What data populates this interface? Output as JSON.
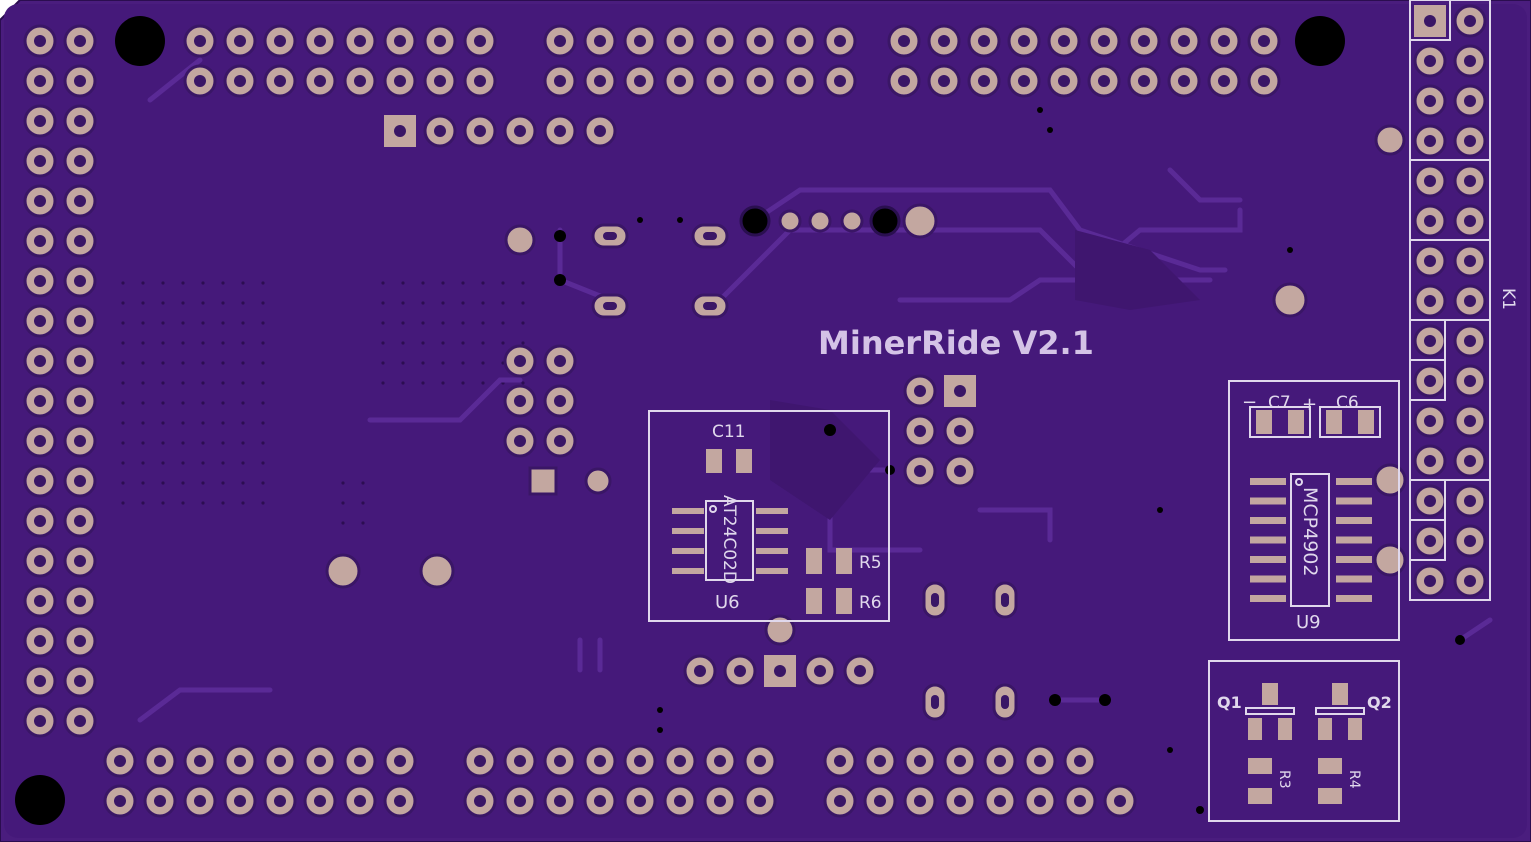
{
  "board": {
    "title": "MinerRide V2.1",
    "colors": {
      "substrate": "#4a1d7e",
      "copper_pour": "#3f166f",
      "trace": "#5a2a96",
      "pad": "#c3a7a0",
      "pad_hole": "#3a1666",
      "silkscreen": "#e0d8ec",
      "mount_hole": "#000000"
    }
  },
  "components": {
    "u6": {
      "ref": "U6",
      "part": "AT24C02D",
      "cap": "C11",
      "r_a": "R5",
      "r_b": "R6"
    },
    "u9": {
      "ref": "U9",
      "part": "MCP4902",
      "cap_a": "C7",
      "cap_b": "C6",
      "minus": "−",
      "plus": "+"
    },
    "q": {
      "q1": "Q1",
      "q2": "Q2",
      "r3": "R3",
      "r4": "R4"
    },
    "k1": {
      "ref": "K1"
    }
  }
}
